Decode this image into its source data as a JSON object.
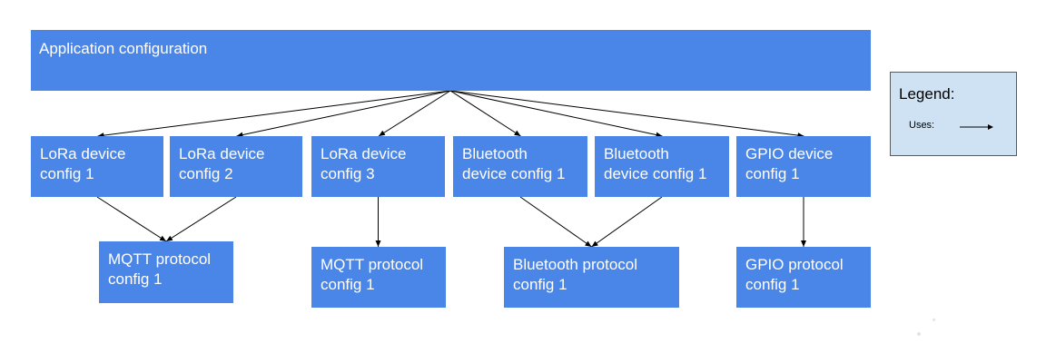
{
  "app": {
    "label": "Application configuration"
  },
  "devices": [
    {
      "id": "d1",
      "label": "LoRa device\nconfig 1"
    },
    {
      "id": "d2",
      "label": "LoRa device\nconfig 2"
    },
    {
      "id": "d3",
      "label": "LoRa device\nconfig 3"
    },
    {
      "id": "d4",
      "label": "Bluetooth\ndevice config 1"
    },
    {
      "id": "d5",
      "label": "Bluetooth\ndevice config 1"
    },
    {
      "id": "d6",
      "label": "GPIO device\nconfig 1"
    }
  ],
  "protocols": [
    {
      "id": "p1",
      "label": "MQTT protocol\nconfig 1"
    },
    {
      "id": "p2",
      "label": "MQTT protocol\nconfig 1"
    },
    {
      "id": "p3",
      "label": "Bluetooth protocol\nconfig 1"
    },
    {
      "id": "p4",
      "label": "GPIO protocol\nconfig 1"
    }
  ],
  "edges": [
    [
      "app",
      "d1"
    ],
    [
      "app",
      "d2"
    ],
    [
      "app",
      "d3"
    ],
    [
      "app",
      "d4"
    ],
    [
      "app",
      "d5"
    ],
    [
      "app",
      "d6"
    ],
    [
      "d1",
      "p1"
    ],
    [
      "d2",
      "p1"
    ],
    [
      "d3",
      "p2"
    ],
    [
      "d4",
      "p3"
    ],
    [
      "d5",
      "p3"
    ],
    [
      "d6",
      "p4"
    ]
  ],
  "legend": {
    "title": "Legend:",
    "uses_label": "Uses:"
  },
  "colors": {
    "box": "#4a86e8",
    "box_text": "#ffffff",
    "legend_bg": "#cfe2f3",
    "line": "#000000"
  }
}
